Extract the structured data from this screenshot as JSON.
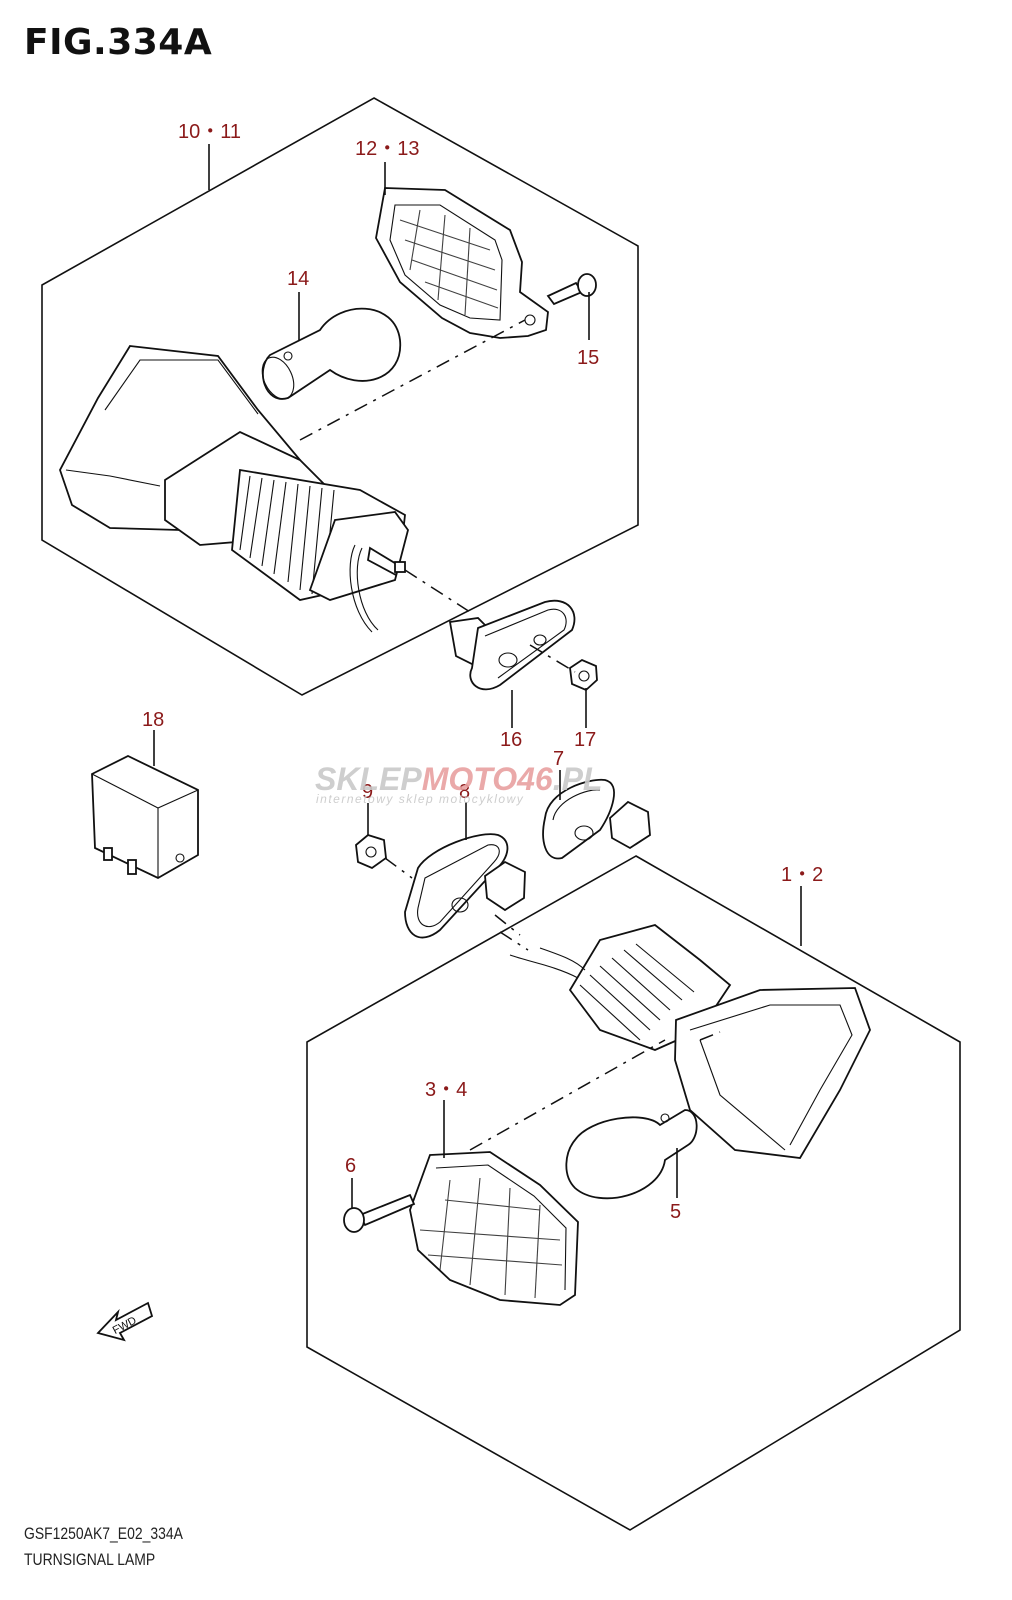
{
  "figure": {
    "title": "FIG.334A"
  },
  "callouts": {
    "p10_11": "10・11",
    "p12_13": "12・13",
    "p14": "14",
    "p15": "15",
    "p16": "16",
    "p17": "17",
    "p18": "18",
    "p7": "7",
    "p8": "8",
    "p9": "9",
    "p1_2": "1・2",
    "p3_4": "3・4",
    "p5": "5",
    "p6": "6"
  },
  "direction_marker": "FWD",
  "watermark": {
    "brand_a": "SKLEP",
    "brand_b": "MOTO",
    "brand_c": "46",
    "brand_d": ".PL",
    "tagline": "internetowy sklep motocyklowy"
  },
  "footer": {
    "code": "GSF1250AK7_E02_334A",
    "caption": "TURNSIGNAL LAMP"
  },
  "colors": {
    "callout": "#8b1a1a",
    "watermark_gray": "#c9c9c9",
    "watermark_red": "#e8a0a0"
  }
}
